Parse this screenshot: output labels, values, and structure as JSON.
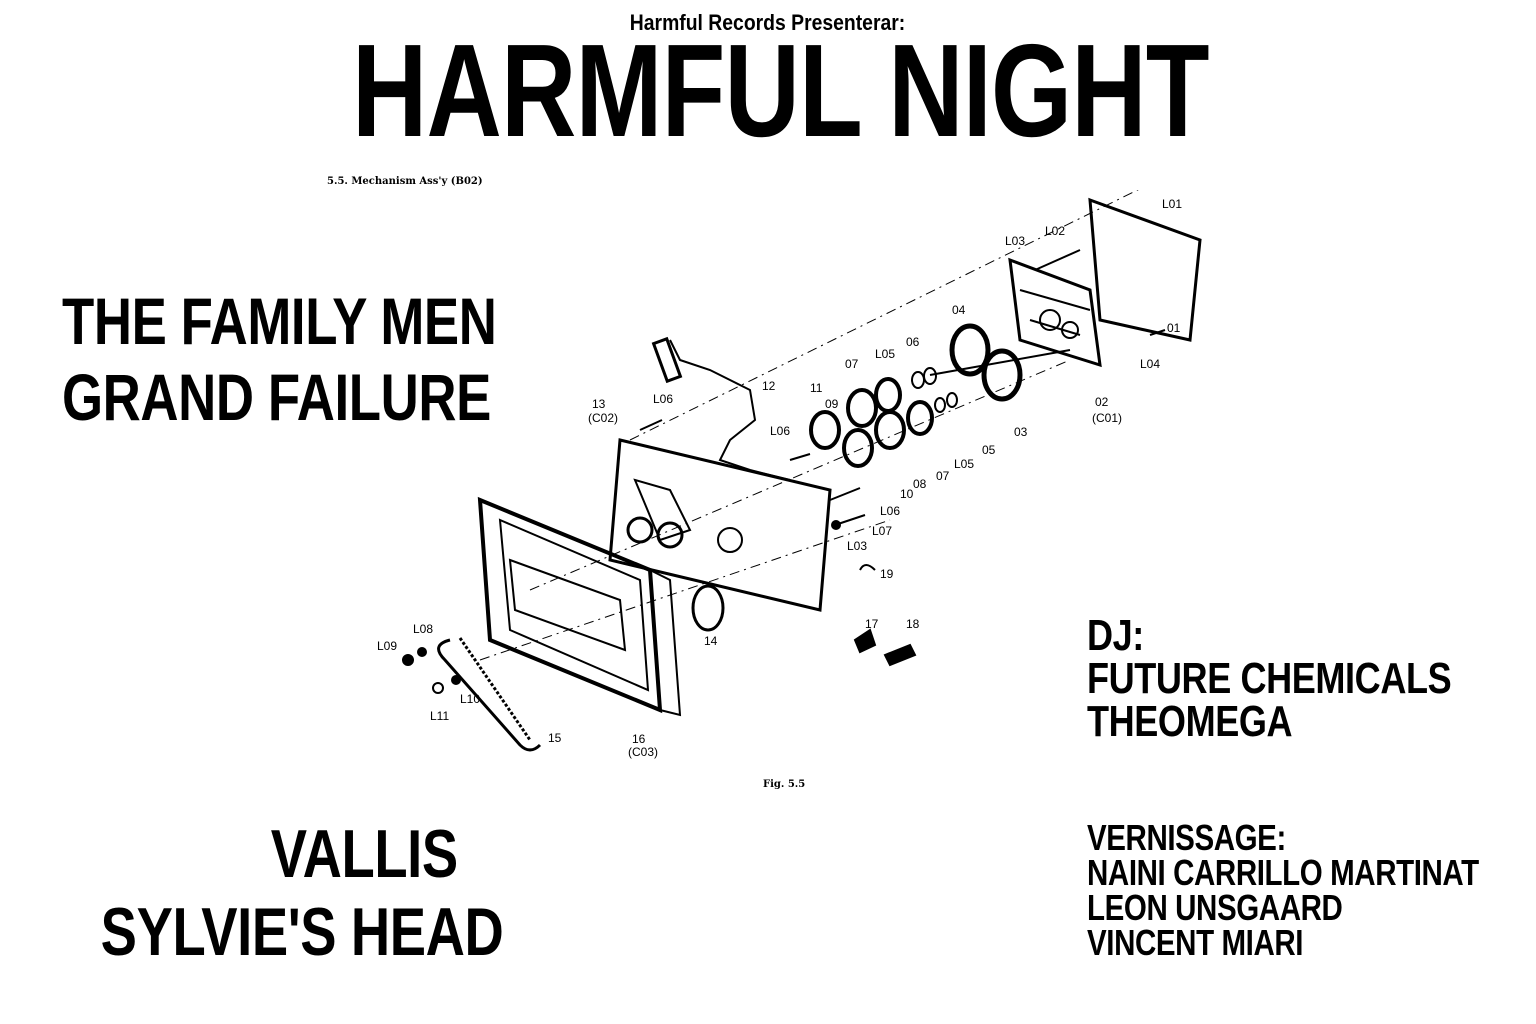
{
  "poster": {
    "presenter": "Harmful Records Presenterar:",
    "headline": "HARMFUL NIGHT",
    "bands_top": [
      "THE FAMILY MEN",
      "GRAND FAILURE"
    ],
    "bands_bottom": [
      "VALLIS",
      "SYLVIE'S HEAD"
    ],
    "dj_heading": "DJ:",
    "djs": [
      "FUTURE CHEMICALS",
      "THEOMEGA"
    ],
    "vernissage_heading": "VERNISSAGE:",
    "artists": [
      "NAINI CARRILLO MARTINAT",
      "LEON UNSGAARD",
      "VINCENT MIARI"
    ]
  },
  "diagram": {
    "caption_top": "5.5. Mechanism Ass'y (B02)",
    "caption_bottom": "Fig. 5.5",
    "labels": {
      "L01": "L01",
      "L02": "L02",
      "L03": "L03",
      "L04": "L04",
      "L05": "L05",
      "L06": "L06",
      "L07": "L07",
      "L08": "L08",
      "L09": "L09",
      "L10": "L10",
      "L11": "L11",
      "p01": "01",
      "p02": "02",
      "c01": "(C01)",
      "p03": "03",
      "p04": "04",
      "p05": "05",
      "p06": "06",
      "p07": "07",
      "p08": "08",
      "p09": "09",
      "p10": "10",
      "p11": "11",
      "p12": "12",
      "p13": "13",
      "c02": "(C02)",
      "p14": "14",
      "p15": "15",
      "p16": "16",
      "c03": "(C03)",
      "p17": "17",
      "p18": "18",
      "p19": "19"
    }
  }
}
